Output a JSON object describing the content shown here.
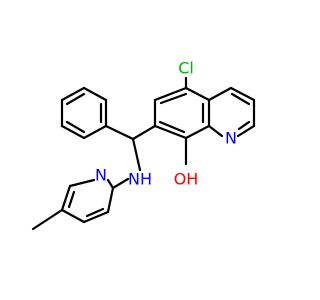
{
  "molecule": {
    "atoms": {
      "chlorine": "Cl",
      "quinoline_nitrogen": "N",
      "hydroxyl": "OH",
      "amine": "NH",
      "pyridine_nitrogen": "N"
    },
    "colors": {
      "bond": "#000000",
      "chlorine": "#00b400",
      "nitrogen": "#0000ff",
      "oxygen": "#ff0000",
      "hydroxyl_hydrogen": "#000000"
    }
  }
}
